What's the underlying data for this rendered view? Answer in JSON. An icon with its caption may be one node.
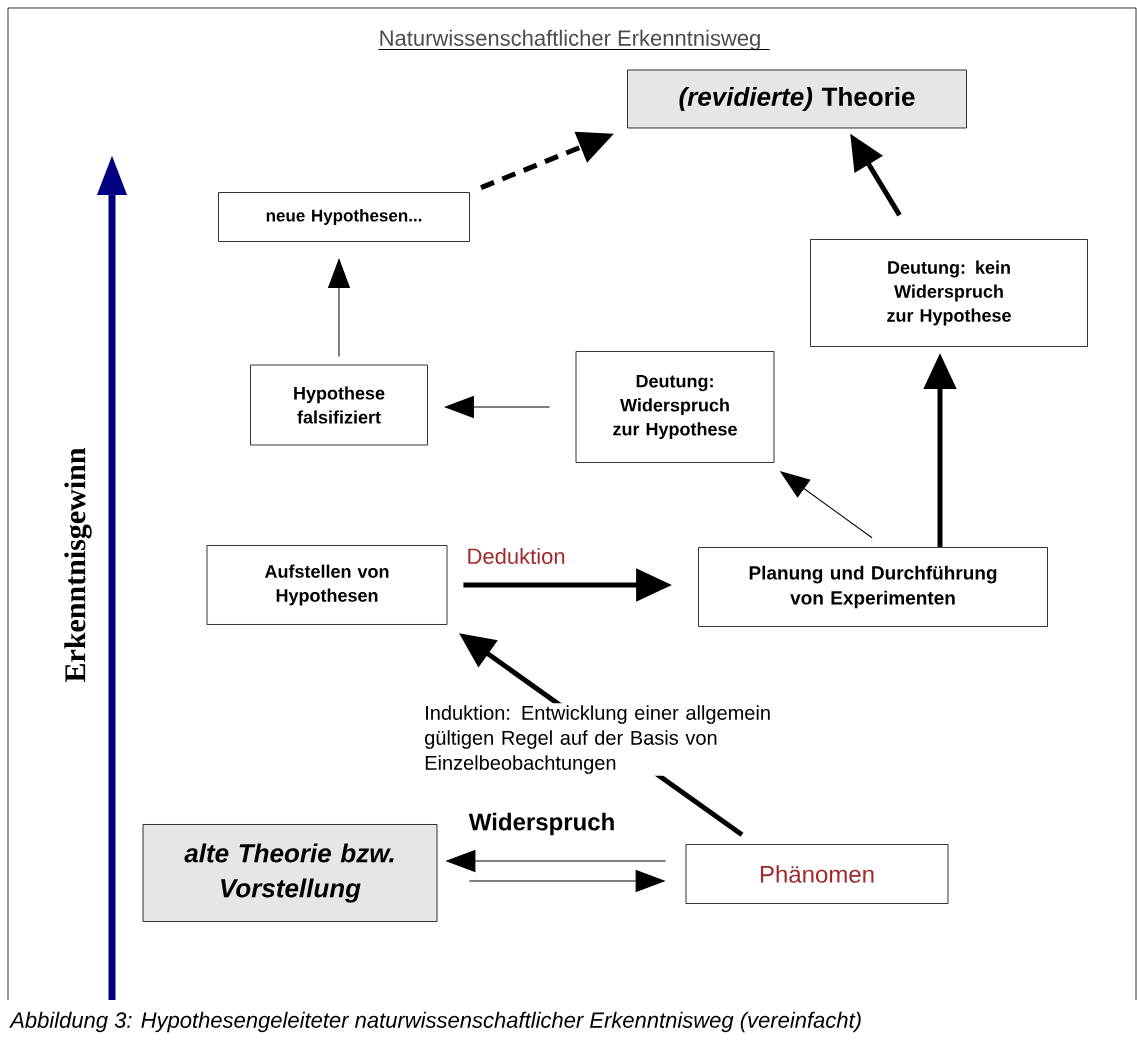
{
  "diagram": {
    "title": "Naturwissenschaftlicher Erkenntnisweg",
    "caption": "Abbildung 3:  Hypothesengeleiteter naturwissenschaftlicher Erkenntnisweg (vereinfacht)",
    "nodes": [
      {
        "text": [
          "*(revidierte)* Theorie"
        ]
      },
      {
        "text": [
          "neue Hypothesen..."
        ]
      },
      {
        "text": [
          "Deutung: kein Widerspruch zur Hypothese"
        ]
      },
      {
        "text": [
          "Hypothese falsifiziert"
        ]
      },
      {
        "text": [
          "Deutung: Widerspruch zur Hypothese"
        ]
      },
      {
        "text": [
          "Aufstellen von Hypothesen"
        ]
      },
      {
        "text": [
          "Planung und Durchführung von Experimenten"
        ]
      },
      {
        "text": [
          "alte  Theorie bzw. Vorstellung"
        ]
      },
      {
        "text": [
          "Phänomen"
        ]
      }
    ],
    "edges": [
      {
        "from": 1,
        "to": 0,
        "arrow": "to",
        "style": "dashed"
      },
      {
        "from": 2,
        "to": 0,
        "arrow": "to",
        "style": "thick"
      },
      {
        "from": 3,
        "to": 1,
        "arrow": "to"
      },
      {
        "from": 4,
        "to": 3,
        "arrow": "to"
      },
      {
        "from": 6,
        "to": 4,
        "arrow": "to"
      },
      {
        "from": 6,
        "to": 2,
        "arrow": "to",
        "style": "thick"
      },
      {
        "from": 5,
        "to": 6,
        "arrow": "to",
        "style": "thick",
        "label": "Deduktion"
      },
      {
        "from": 8,
        "to": 5,
        "arrow": "to",
        "style": "thick",
        "label": "Induktion: Entwicklung einer allgemein gültigen Regel  auf der Basis von Einzelbeobachtungen"
      },
      {
        "from": 8,
        "to": 7,
        "arrow": "to",
        "label": "Widerspruch"
      },
      {
        "from": 7,
        "to": 8,
        "arrow": "to"
      }
    ],
    "labels": [
      "Erkenntnisgewinn"
    ]
  }
}
